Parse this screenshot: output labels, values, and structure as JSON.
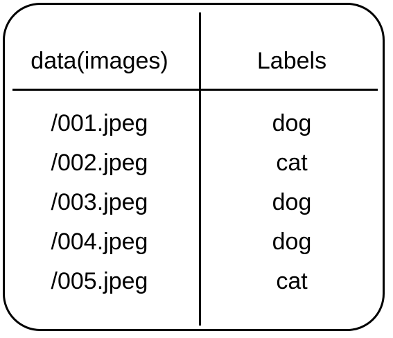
{
  "table": {
    "headers": {
      "data": "data(images)",
      "labels": "Labels"
    },
    "rows": [
      {
        "file": "/001.jpeg",
        "label": "dog"
      },
      {
        "file": "/002.jpeg",
        "label": "cat"
      },
      {
        "file": "/003.jpeg",
        "label": "dog"
      },
      {
        "file": "/004.jpeg",
        "label": "dog"
      },
      {
        "file": "/005.jpeg",
        "label": "cat"
      }
    ]
  }
}
